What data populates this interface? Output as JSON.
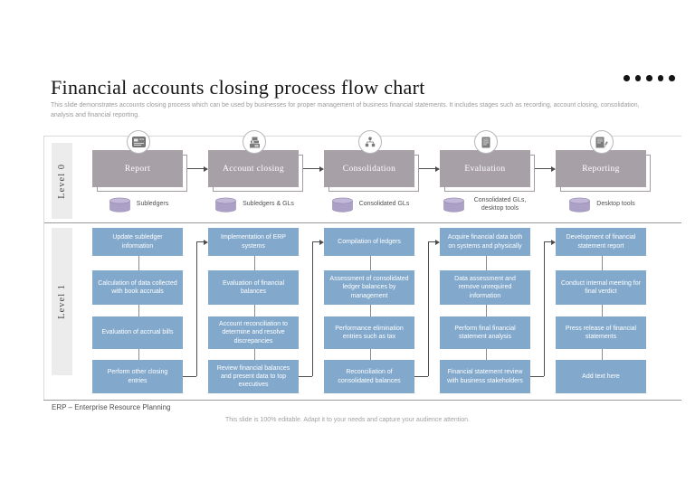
{
  "slide": {
    "title": "Financial accounts closing process flow chart",
    "subtitle": "This slide demonstrates accounts closing process which can be used by businesses for proper management of business financial statements. It includes stages such as recording, account closing, consolidation, analysis and financial reporting.",
    "footnote": "ERP – Enterprise Resource Planning",
    "bottom_note": "This slide is 100% editable. Adapt it to your needs and capture your audience attention.",
    "decorative_dots_count": 5
  },
  "levels": {
    "level0": "Level 0",
    "level1": "Level 1"
  },
  "colors": {
    "stage_box_fill": "#a7a1a7",
    "task_box_fill": "#82a9cc",
    "cylinder_fill": "#aca0c6",
    "cylinder_top": "#c3b8d8",
    "connector": "#4d4d4d"
  },
  "stages": [
    {
      "label": "Report",
      "icon": "report-card-icon",
      "datastore": "Subledgers",
      "tasks": [
        "Update subledger information",
        "Calculation of data collected with book accruals",
        "Evaluation of accrual bills",
        "Perform other closing entries"
      ]
    },
    {
      "label": "Account closing",
      "icon": "cash-register-icon",
      "datastore": "Subledgers & GLs",
      "tasks": [
        "Implementation of ERP systems",
        "Evaluation of financial balances",
        "Account reconciliation to determine and resolve discrepancies",
        "Review financial balances and present data to top executives"
      ]
    },
    {
      "label": "Consolidation",
      "icon": "org-hierarchy-icon",
      "datastore": "Consolidated GLs",
      "tasks": [
        "Compilation of ledgers",
        "Assessment of consolidated ledger balances by management",
        "Performance elimination entries such as tax",
        "Reconciliation of consolidated balances"
      ]
    },
    {
      "label": "Evaluation",
      "icon": "ledger-book-icon",
      "datastore": "Consolidated GLs, desktop tools",
      "tasks": [
        "Acquire financial data both on systems and physically",
        "Data assessment and remove unrequired information",
        "Perform final financial statement analysis",
        "Financial statement review with business stakeholders"
      ]
    },
    {
      "label": "Reporting",
      "icon": "report-pencil-icon",
      "datastore": "Desktop tools",
      "tasks": [
        "Development of financial statement report",
        "Conduct internal meeting for final verdict",
        "Press release of financial statements",
        "Add text here"
      ]
    }
  ]
}
